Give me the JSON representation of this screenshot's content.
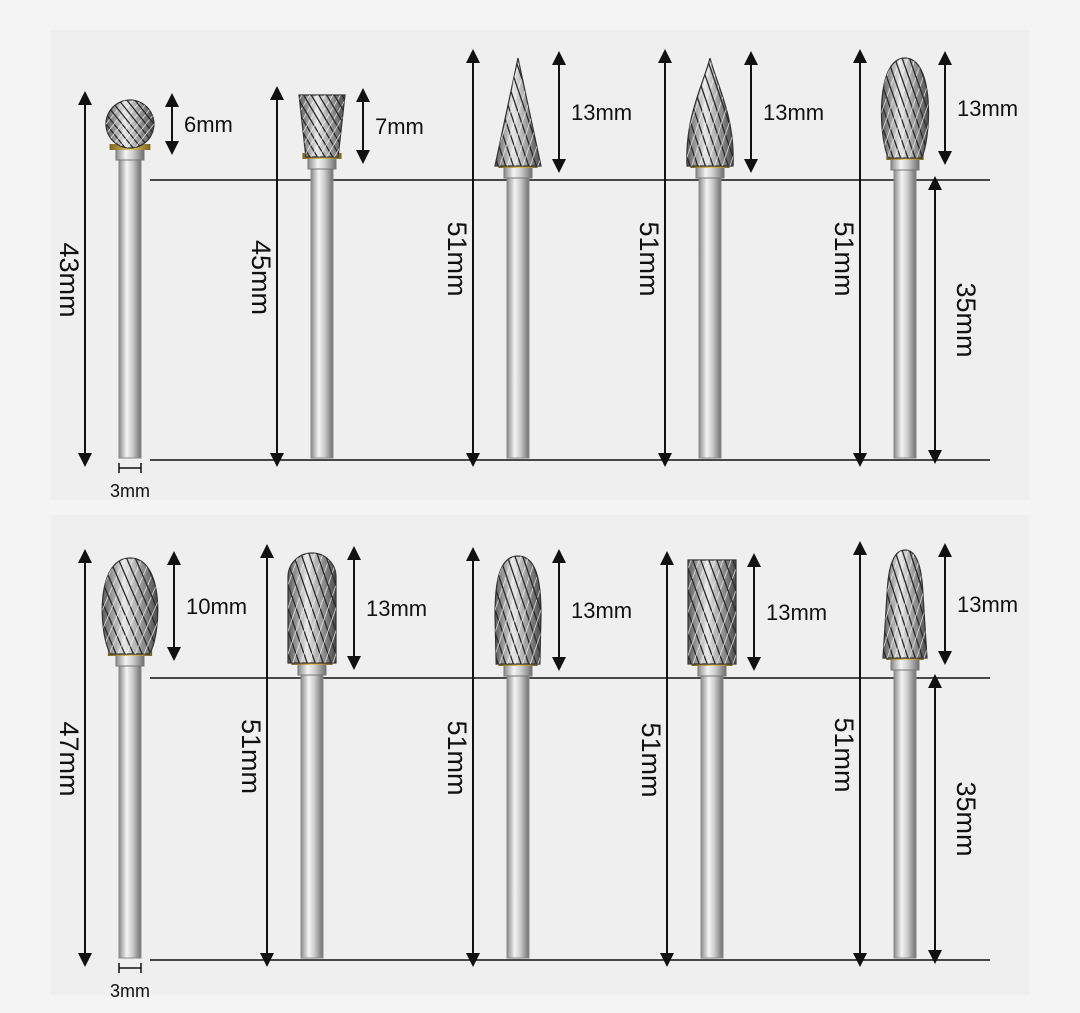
{
  "rows": [
    {
      "shank_diameter": "3mm",
      "burrs": [
        {
          "shape": "ball",
          "head": "6mm",
          "overall": "43mm"
        },
        {
          "shape": "inverted-cone",
          "head": "7mm",
          "overall": "45mm"
        },
        {
          "shape": "pointed-cone",
          "head": "13mm",
          "overall": "51mm"
        },
        {
          "shape": "flame",
          "head": "13mm",
          "overall": "51mm"
        },
        {
          "shape": "oval",
          "head": "13mm",
          "overall": "51mm",
          "shank": "35mm"
        }
      ]
    },
    {
      "shank_diameter": "3mm",
      "burrs": [
        {
          "shape": "egg",
          "head": "10mm",
          "overall": "47mm"
        },
        {
          "shape": "cylinder-ball",
          "head": "13mm",
          "overall": "51mm"
        },
        {
          "shape": "tree",
          "head": "13mm",
          "overall": "51mm"
        },
        {
          "shape": "cylinder",
          "head": "13mm",
          "overall": "51mm"
        },
        {
          "shape": "taper",
          "head": "13mm",
          "overall": "51mm",
          "shank": "35mm"
        }
      ]
    }
  ],
  "colors": {
    "background": "#f4f4f4",
    "panel": "#efefef",
    "line": "#111111",
    "steel_light": "#f2f2f2",
    "steel_dark": "#7c7c7c",
    "brass": "#b8963c"
  }
}
